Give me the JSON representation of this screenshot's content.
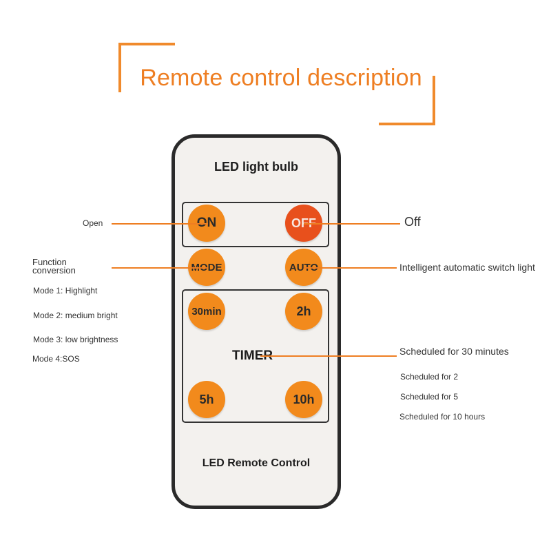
{
  "title": "Remote control description",
  "remote": {
    "header": "LED light bulb",
    "footer": "LED Remote Control",
    "timer_label": "TIMER",
    "buttons": {
      "on": "ON",
      "off": "OFF",
      "mode": "MODE",
      "auto": "AUTO",
      "t30": "30min",
      "t2": "2h",
      "t5": "5h",
      "t10": "10h"
    }
  },
  "annotations": {
    "open": "Open",
    "off": "Off",
    "function_line1": "Function",
    "function_line2": "conversion",
    "auto": "Intelligent automatic switch light",
    "mode1": "Mode 1: Highlight",
    "mode2": "Mode 2: medium bright",
    "mode3": "Mode 3: low brightness",
    "mode4": "Mode 4:SOS",
    "sched30": "Scheduled for 30 minutes",
    "sched2": "Scheduled for 2",
    "sched5": "Scheduled for 5",
    "sched10": "Scheduled for 10 hours"
  },
  "colors": {
    "accent": "#ee7e22",
    "button": "#f28a1c",
    "off_button": "#e8501c"
  }
}
